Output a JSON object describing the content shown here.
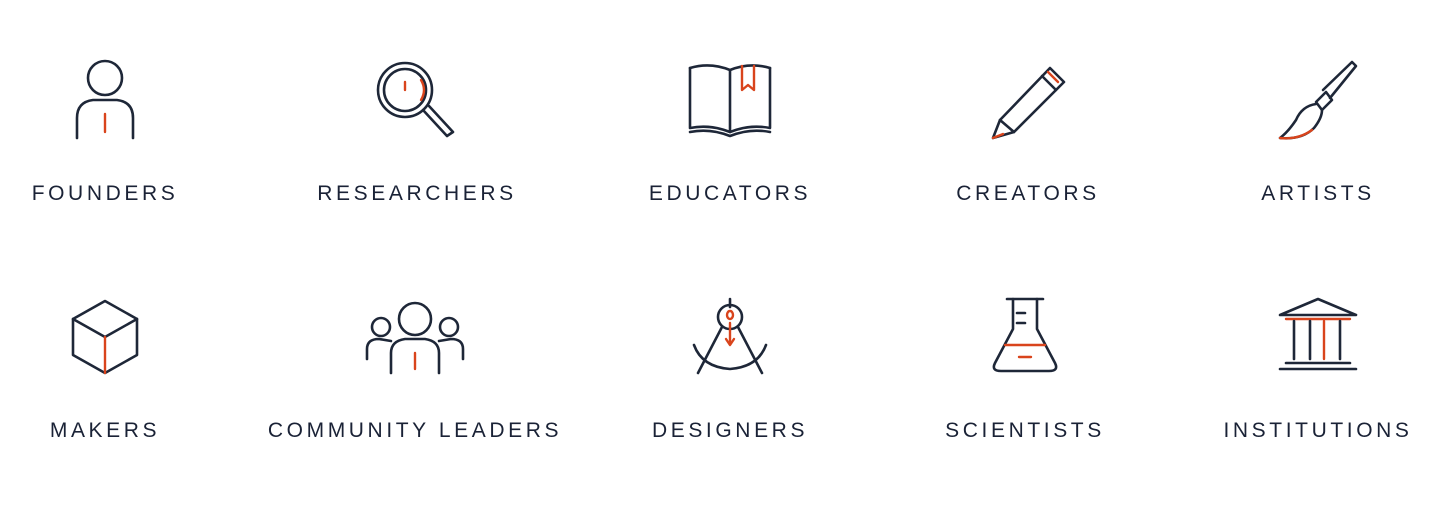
{
  "colors": {
    "ink": "#1e2738",
    "accent": "#d9441c",
    "text": "#1a2236",
    "background": "#ffffff"
  },
  "categories": [
    {
      "label": "FOUNDERS",
      "icon": "person-icon"
    },
    {
      "label": "RESEARCHERS",
      "icon": "magnifier-icon"
    },
    {
      "label": "EDUCATORS",
      "icon": "book-icon"
    },
    {
      "label": "CREATORS",
      "icon": "pencil-icon"
    },
    {
      "label": "ARTISTS",
      "icon": "paintbrush-icon"
    },
    {
      "label": "MAKERS",
      "icon": "cube-icon"
    },
    {
      "label": "COMMUNITY LEADERS",
      "icon": "group-icon"
    },
    {
      "label": "DESIGNERS",
      "icon": "compass-icon"
    },
    {
      "label": "SCIENTISTS",
      "icon": "flask-icon"
    },
    {
      "label": "INSTITUTIONS",
      "icon": "institution-icon"
    }
  ]
}
